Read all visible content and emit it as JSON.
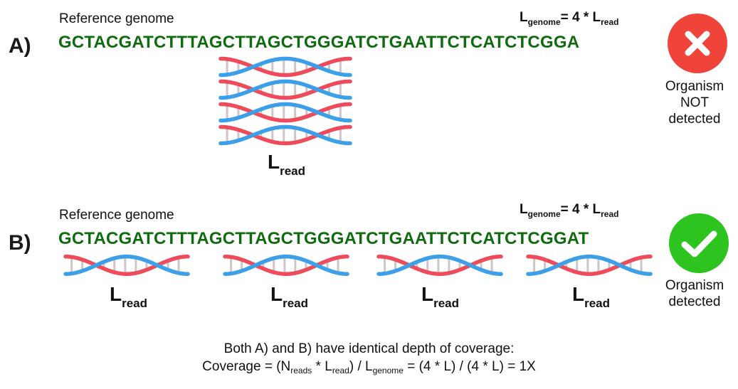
{
  "panel_a": {
    "label": "A)",
    "reference_label": "Reference genome",
    "sequence": "GCTACGATCTTTAGCTTAGCTGGGATCTGAATTCTCATCTCGGA",
    "formula": {
      "L": "L",
      "genome_sub": "genome",
      "eq": "= 4 * ",
      "L2": "L",
      "read_sub": "read"
    },
    "read_label": {
      "L": "L",
      "sub": "read"
    },
    "status": {
      "line1": "Organism",
      "line2": "NOT",
      "line3": "detected",
      "color": "#f0443a",
      "icon": "close-icon"
    }
  },
  "panel_b": {
    "label": "B)",
    "reference_label": "Reference genome",
    "sequence": "GCTACGATCTTTAGCTTAGCTGGGATCTGAATTCTCATCTCGGAT",
    "formula": {
      "L": "L",
      "genome_sub": "genome",
      "eq": "= 4 * ",
      "L2": "L",
      "read_sub": "read"
    },
    "read_labels": [
      {
        "L": "L",
        "sub": "read"
      },
      {
        "L": "L",
        "sub": "read"
      },
      {
        "L": "L",
        "sub": "read"
      },
      {
        "L": "L",
        "sub": "read"
      }
    ],
    "status": {
      "line1": "Organism",
      "line2": "detected",
      "color": "#2ec41f",
      "icon": "checkmark-icon"
    }
  },
  "caption": {
    "line1": "Both A) and B) have identical depth of coverage:",
    "line2_a": "Coverage = (N",
    "line2_sub1": "reads",
    "line2_b": " * L",
    "line2_sub2": "read",
    "line2_c": ") / L",
    "line2_sub3": "genome",
    "line2_d": " = (4 * L) / (4 * L) = 1X"
  },
  "colors": {
    "strand_blue": "#3d9fe8",
    "strand_red": "#ee4c5a",
    "rung": "#cfc5c5",
    "sequence": "#0e6b0e"
  }
}
